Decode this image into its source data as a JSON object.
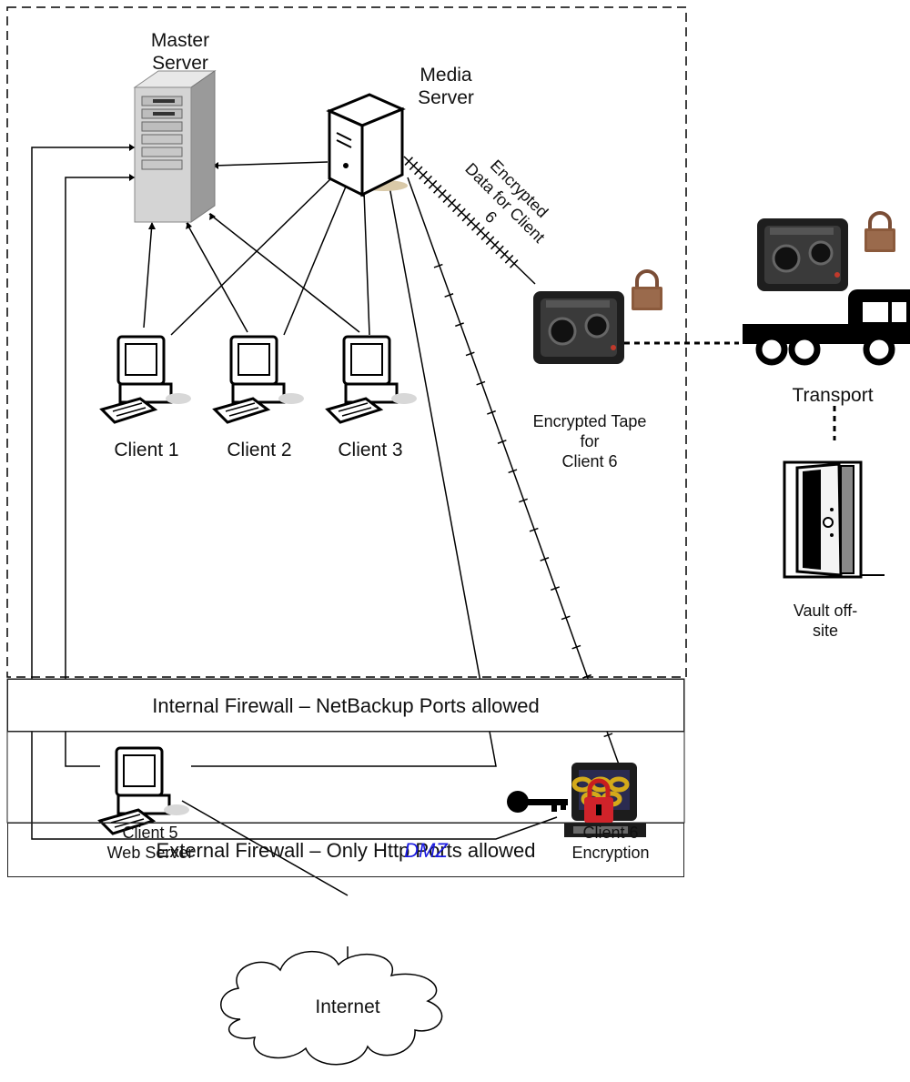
{
  "nodes": {
    "master_server": "Master\nServer",
    "media_server": "Media\nServer",
    "client1": "Client 1",
    "client2": "Client 2",
    "client3": "Client 3",
    "encrypted_data": "Encrypted\nData for Client\n6",
    "encrypted_tape": "Encrypted Tape\nfor\nClient 6",
    "transport": "Transport",
    "vault": "Vault off-\nsite",
    "client5": "Client 5\nWeb Server",
    "client6": "Client 6\nEncryption",
    "internet": "Internet"
  },
  "zones": {
    "internal_firewall": "Internal Firewall – NetBackup Ports allowed",
    "external_firewall": "External Firewall – Only Http Ports allowed",
    "dmz": "DMZ"
  },
  "icons": [
    "server-tower-icon",
    "server-icon",
    "computer-icon",
    "tape-icon",
    "lock-icon",
    "truck-icon",
    "vault-icon",
    "key-icon",
    "cloud-icon"
  ],
  "colors": {
    "dmz": "#1a1adf",
    "lock": "#8b5a3c",
    "line": "#000000"
  }
}
